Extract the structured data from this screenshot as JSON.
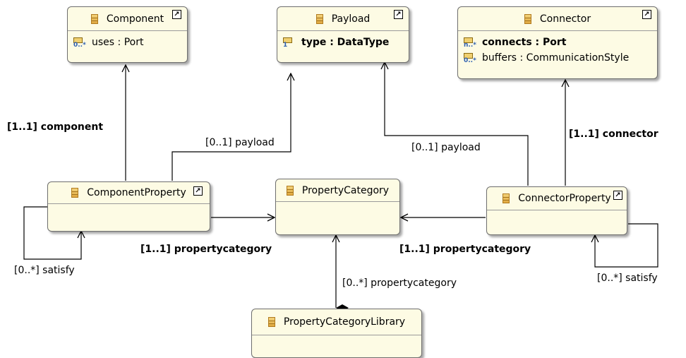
{
  "classes": {
    "component": {
      "name": "Component",
      "attrs": [
        {
          "text": "uses : Port",
          "mult": "0..*"
        }
      ]
    },
    "payload": {
      "name": "Payload",
      "attrs": [
        {
          "text": "type : DataType",
          "mult": "1"
        }
      ]
    },
    "connector": {
      "name": "Connector",
      "attrs": [
        {
          "text": "connects : Port",
          "mult": "n..*"
        },
        {
          "text": "buffers : CommunicationStyle",
          "mult": "0..*"
        }
      ]
    },
    "componentProperty": {
      "name": "ComponentProperty"
    },
    "propertyCategory": {
      "name": "PropertyCategory"
    },
    "connectorProperty": {
      "name": "ConnectorProperty"
    },
    "propertyCategoryLibrary": {
      "name": "PropertyCategoryLibrary"
    }
  },
  "relations": {
    "component": "[1..1] component",
    "payload_left": "[0..1] payload",
    "payload_right": "[0..1] payload",
    "connector": "[1..1] connector",
    "propertycategory_left": "[1..1] propertycategory",
    "propertycategory_right": "[1..1] propertycategory",
    "satisfy_left": "[0..*] satisfy",
    "satisfy_right": "[0..*] satisfy",
    "library": "[0..*] propertycategory"
  },
  "icons": {
    "class": "class-icon",
    "shortcut": "shortcut-arrow-icon",
    "attribute": "attribute-icon"
  }
}
